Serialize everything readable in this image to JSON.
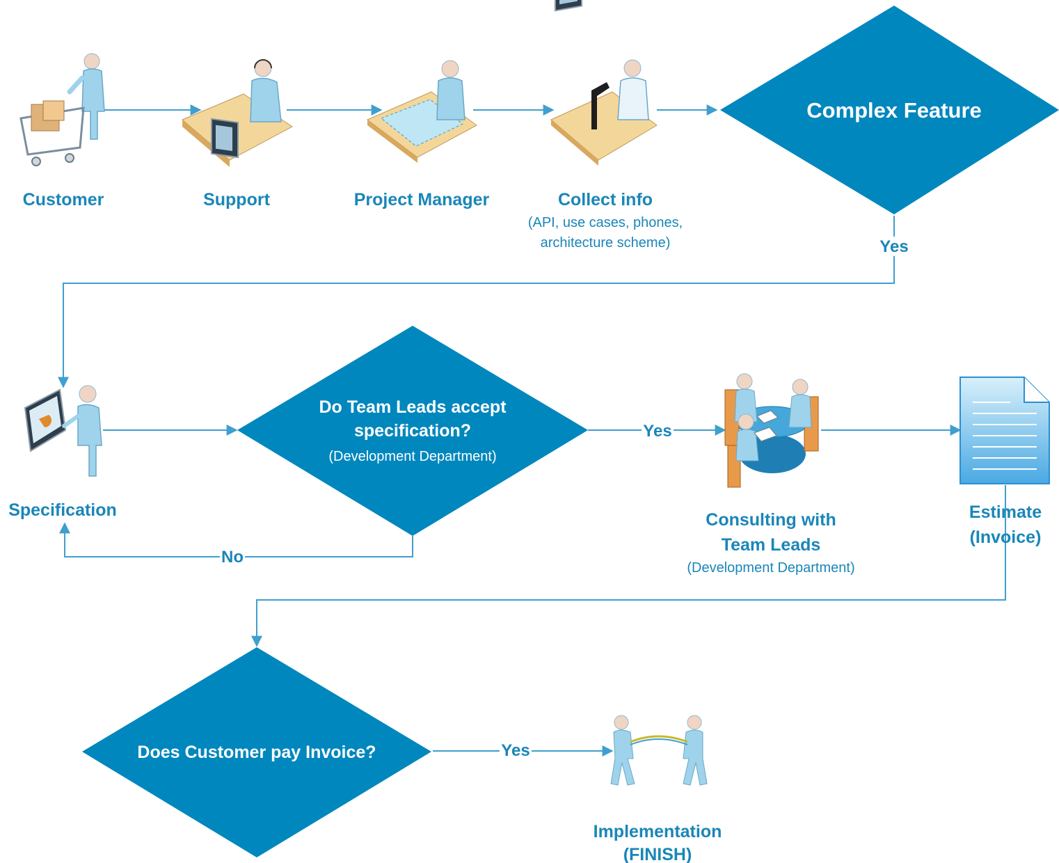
{
  "colors": {
    "diamond": "#0087bd",
    "text": "#1a86b8",
    "connector": "#3f9fce",
    "person": "#9fd3ec",
    "desk": "#f3d79a",
    "document": "#5bb5e8"
  },
  "nodes": {
    "customer": {
      "label": "Customer",
      "icon": "shopping-cart-person-icon"
    },
    "support": {
      "label": "Support",
      "icon": "support-headset-person-icon"
    },
    "project_manager": {
      "label": "Project Manager",
      "icon": "blueprint-desk-person-icon"
    },
    "collect_info": {
      "label": "Collect info",
      "sub1": "(API, use cases, phones,",
      "sub2": "architecture scheme)",
      "icon": "lab-microscope-person-icon"
    },
    "complex_feature": {
      "label": "Complex Feature"
    },
    "specification": {
      "label": "Specification",
      "icon": "presentation-board-person-icon"
    },
    "accept_spec": {
      "line1": "Do Team Leads accept",
      "line2": "specification?",
      "sub": "(Development Department)"
    },
    "consulting": {
      "line1": "Consulting with",
      "line2": "Team Leads",
      "sub": "(Development Department)",
      "icon": "meeting-table-icon"
    },
    "estimate": {
      "line1": "Estimate",
      "line2": "(Invoice)",
      "icon": "document-icon"
    },
    "pay_invoice": {
      "label": "Does Customer pay Invoice?"
    },
    "implementation": {
      "line1": "Implementation",
      "line2": "(FINISH)",
      "icon": "tug-of-war-icon"
    }
  },
  "edges": {
    "complex_yes": "Yes",
    "accept_yes": "Yes",
    "accept_no": "No",
    "pay_yes": "Yes"
  }
}
